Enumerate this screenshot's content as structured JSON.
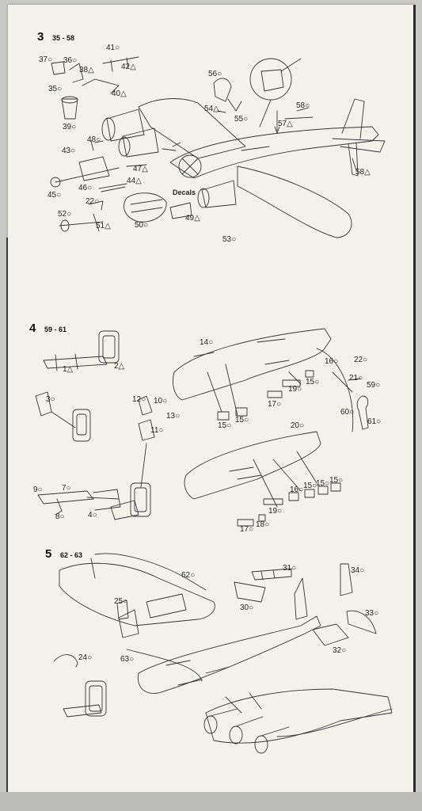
{
  "steps": [
    {
      "number": "3",
      "range": "35 - 58"
    },
    {
      "number": "4",
      "range": "59 - 61"
    },
    {
      "number": "5",
      "range": "62 - 63"
    }
  ],
  "decals_label": "Decals",
  "parts": [
    {
      "id": "p35",
      "text": "35○"
    },
    {
      "id": "p36",
      "text": "36○"
    },
    {
      "id": "p37",
      "text": "37○"
    },
    {
      "id": "p38",
      "text": "38△"
    },
    {
      "id": "p39",
      "text": "39○"
    },
    {
      "id": "p40",
      "text": "40△"
    },
    {
      "id": "p41",
      "text": "41○"
    },
    {
      "id": "p42",
      "text": "42△"
    },
    {
      "id": "p43",
      "text": "43○"
    },
    {
      "id": "p44",
      "text": "44△"
    },
    {
      "id": "p45",
      "text": "45○"
    },
    {
      "id": "p46",
      "text": "46○"
    },
    {
      "id": "p47",
      "text": "47△"
    },
    {
      "id": "p48",
      "text": "48○"
    },
    {
      "id": "p49",
      "text": "49△"
    },
    {
      "id": "p50",
      "text": "50○"
    },
    {
      "id": "p51",
      "text": "51△"
    },
    {
      "id": "p52",
      "text": "52○"
    },
    {
      "id": "p22a",
      "text": "22○"
    },
    {
      "id": "p53",
      "text": "53○"
    },
    {
      "id": "p54",
      "text": "54△"
    },
    {
      "id": "p55",
      "text": "55○"
    },
    {
      "id": "p56",
      "text": "56○"
    },
    {
      "id": "p57",
      "text": "57△"
    },
    {
      "id": "p58a",
      "text": "58○"
    },
    {
      "id": "p58b",
      "text": "58△"
    },
    {
      "id": "p1",
      "text": "1△"
    },
    {
      "id": "p2",
      "text": "2△"
    },
    {
      "id": "p3",
      "text": "3○"
    },
    {
      "id": "p12",
      "text": "12○"
    },
    {
      "id": "p10",
      "text": "10○"
    },
    {
      "id": "p13",
      "text": "13○"
    },
    {
      "id": "p11",
      "text": "11○"
    },
    {
      "id": "p9",
      "text": "9○"
    },
    {
      "id": "p7",
      "text": "7○"
    },
    {
      "id": "p8",
      "text": "8○"
    },
    {
      "id": "p4",
      "text": "4○"
    },
    {
      "id": "p14",
      "text": "14○"
    },
    {
      "id": "p16a",
      "text": "16○"
    },
    {
      "id": "p22b",
      "text": "22○"
    },
    {
      "id": "p21",
      "text": "21○"
    },
    {
      "id": "p59",
      "text": "59○"
    },
    {
      "id": "p15a",
      "text": "15○"
    },
    {
      "id": "p19a",
      "text": "19○"
    },
    {
      "id": "p17a",
      "text": "17○"
    },
    {
      "id": "p15b",
      "text": "15○"
    },
    {
      "id": "p15c",
      "text": "15○"
    },
    {
      "id": "p60",
      "text": "60○"
    },
    {
      "id": "p61",
      "text": "61○"
    },
    {
      "id": "p20",
      "text": "20○"
    },
    {
      "id": "p16b",
      "text": "16○"
    },
    {
      "id": "p15d",
      "text": "15○"
    },
    {
      "id": "p15e",
      "text": "15○"
    },
    {
      "id": "p15f",
      "text": "15○"
    },
    {
      "id": "p19b",
      "text": "19○"
    },
    {
      "id": "p17b",
      "text": "17○"
    },
    {
      "id": "p18",
      "text": "18○"
    },
    {
      "id": "p62",
      "text": "62○"
    },
    {
      "id": "p31",
      "text": "31○"
    },
    {
      "id": "p34",
      "text": "34○"
    },
    {
      "id": "p25",
      "text": "25○"
    },
    {
      "id": "p30",
      "text": "30○"
    },
    {
      "id": "p33",
      "text": "33○"
    },
    {
      "id": "p24",
      "text": "24○"
    },
    {
      "id": "p63",
      "text": "63○"
    },
    {
      "id": "p32",
      "text": "32○"
    }
  ]
}
